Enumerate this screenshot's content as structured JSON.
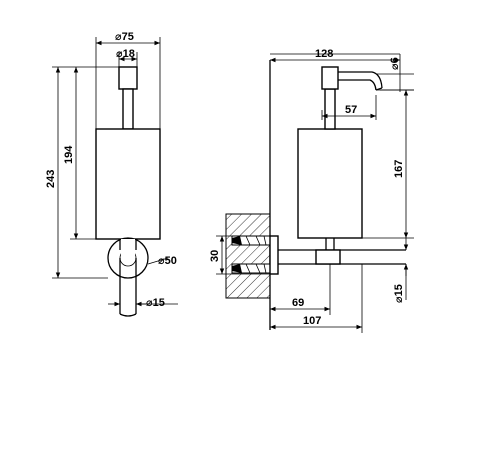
{
  "dimensions": {
    "front_width_75": "⌀75",
    "front_pump_18": "⌀18",
    "front_height_243": "243",
    "front_height_194": "194",
    "front_rosette_50": "⌀50",
    "front_tube_15": "⌀15",
    "side_depth_128": "128",
    "side_spout_6": "⌀6",
    "side_spout_57": "57",
    "side_height_167": "167",
    "side_bracket_30": "30",
    "side_tube_15": "⌀15",
    "side_projection_69": "69",
    "side_projection_107": "107"
  },
  "colors": {
    "line": "#000000",
    "background": "#ffffff",
    "hatch": "#000000"
  }
}
